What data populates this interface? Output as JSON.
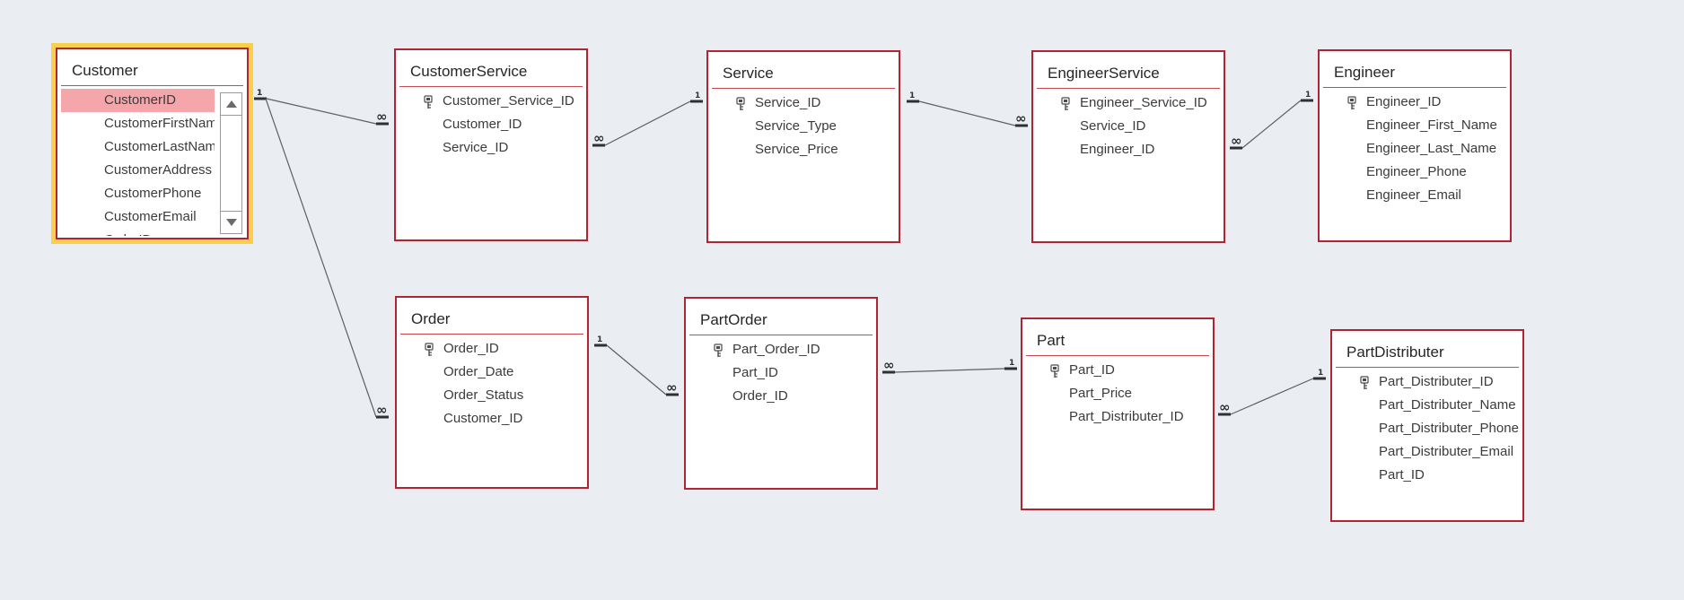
{
  "tables": [
    {
      "id": "customer",
      "title": "Customer",
      "selected": true,
      "fields": [
        {
          "name": "CustomerID",
          "key": false,
          "selected": true
        },
        {
          "name": "CustomerFirstName",
          "key": false
        },
        {
          "name": "CustomerLastName",
          "key": false
        },
        {
          "name": "CustomerAddress",
          "key": false
        },
        {
          "name": "CustomerPhone",
          "key": false
        },
        {
          "name": "CustomerEmail",
          "key": false
        },
        {
          "name": "OrderID",
          "key": false
        }
      ]
    },
    {
      "id": "customerservice",
      "title": "CustomerService",
      "fields": [
        {
          "name": "Customer_Service_ID",
          "key": true
        },
        {
          "name": "Customer_ID",
          "key": false
        },
        {
          "name": "Service_ID",
          "key": false
        }
      ]
    },
    {
      "id": "service",
      "title": "Service",
      "fields": [
        {
          "name": "Service_ID",
          "key": true
        },
        {
          "name": "Service_Type",
          "key": false
        },
        {
          "name": "Service_Price",
          "key": false
        }
      ]
    },
    {
      "id": "engineerservice",
      "title": "EngineerService",
      "fields": [
        {
          "name": "Engineer_Service_ID",
          "key": true
        },
        {
          "name": "Service_ID",
          "key": false
        },
        {
          "name": "Engineer_ID",
          "key": false
        }
      ]
    },
    {
      "id": "engineer",
      "title": "Engineer",
      "fields": [
        {
          "name": "Engineer_ID",
          "key": true
        },
        {
          "name": "Engineer_First_Name",
          "key": false
        },
        {
          "name": "Engineer_Last_Name",
          "key": false
        },
        {
          "name": "Engineer_Phone",
          "key": false
        },
        {
          "name": "Engineer_Email",
          "key": false
        }
      ]
    },
    {
      "id": "order",
      "title": "Order",
      "fields": [
        {
          "name": "Order_ID",
          "key": true
        },
        {
          "name": "Order_Date",
          "key": false
        },
        {
          "name": "Order_Status",
          "key": false
        },
        {
          "name": "Customer_ID",
          "key": false
        }
      ]
    },
    {
      "id": "partorder",
      "title": "PartOrder",
      "fields": [
        {
          "name": "Part_Order_ID",
          "key": true
        },
        {
          "name": "Part_ID",
          "key": false
        },
        {
          "name": "Order_ID",
          "key": false
        }
      ]
    },
    {
      "id": "part",
      "title": "Part",
      "fields": [
        {
          "name": "Part_ID",
          "key": true
        },
        {
          "name": "Part_Price",
          "key": false
        },
        {
          "name": "Part_Distributer_ID",
          "key": false
        }
      ]
    },
    {
      "id": "partdistributer",
      "title": "PartDistributer",
      "fields": [
        {
          "name": "Part_Distributer_ID",
          "key": true
        },
        {
          "name": "Part_Distributer_Name",
          "key": false
        },
        {
          "name": "Part_Distributer_Phone",
          "key": false
        },
        {
          "name": "Part_Distributer_Email",
          "key": false
        },
        {
          "name": "Part_ID",
          "key": false
        }
      ]
    }
  ],
  "relationships": [
    {
      "one_side": "customer",
      "many_side": "customerservice",
      "one_label": "1",
      "many_label": "∞"
    },
    {
      "one_side": "customer",
      "many_side": "order",
      "one_label": "1",
      "many_label": "∞"
    },
    {
      "one_side": "service",
      "many_side": "customerservice",
      "one_label": "1",
      "many_label": "∞"
    },
    {
      "one_side": "service",
      "many_side": "engineerservice",
      "one_label": "1",
      "many_label": "∞"
    },
    {
      "one_side": "engineer",
      "many_side": "engineerservice",
      "one_label": "1",
      "many_label": "∞"
    },
    {
      "one_side": "order",
      "many_side": "partorder",
      "one_label": "1",
      "many_label": "∞"
    },
    {
      "one_side": "part",
      "many_side": "partorder",
      "one_label": "1",
      "many_label": "∞"
    },
    {
      "one_side": "partdistributer",
      "many_side": "part",
      "one_label": "1",
      "many_label": "∞"
    }
  ],
  "colors": {
    "canvas_background": "#eaedf1",
    "table_border": "#b12431",
    "selected_table_outline": "#f8d04a",
    "selected_row": "#f4a6ab",
    "relationship_line": "#5d5f62"
  },
  "icons": {
    "primary_key": "key-icon",
    "scroll_up": "scroll-up-arrow-icon",
    "scroll_down": "scroll-down-arrow-icon"
  }
}
